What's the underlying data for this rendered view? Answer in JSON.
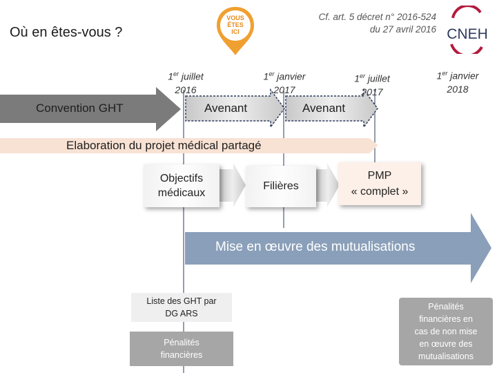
{
  "header": {
    "title": "Où en êtes-vous ?",
    "reference_line1": "Cf. art. 5 décret n° 2016-524",
    "reference_line2": "du 27 avril 2016",
    "pin_text": [
      "VOUS",
      "ÊTES",
      "ICI"
    ],
    "logo_text": "CNEH"
  },
  "dates": [
    {
      "sup": "er",
      "day": "1",
      "month": "juillet",
      "year": "2016"
    },
    {
      "sup": "er",
      "day": "1",
      "month": "janvier",
      "year": "2017"
    },
    {
      "sup": "er",
      "day": "1",
      "month": "juillet",
      "year": "2017"
    },
    {
      "sup": "er",
      "day": "1",
      "month": "janvier",
      "year": "2018"
    }
  ],
  "flow": {
    "convention": "Convention GHT",
    "avenant_1": "Avenant",
    "avenant_2": "Avenant",
    "projet": "Elaboration du projet médical partagé",
    "objectifs_line1": "Objectifs",
    "objectifs_line2": "médicaux",
    "filieres": "Filières",
    "pmp_line1": "PMP",
    "pmp_line2": "« complet »",
    "mutualisations": "Mise en œuvre des mutualisations"
  },
  "notes": {
    "liste_line1": "Liste des GHT par",
    "liste_line2": "DG ARS",
    "penalites_line1": "Pénalités",
    "penalites_line2": "financières",
    "penalites2_line1": "Pénalités",
    "penalites2_line2": "financières en",
    "penalites2_line3": "cas de non mise",
    "penalites2_line4": "en œuvre des",
    "penalites2_line5": "mutualisations"
  },
  "colors": {
    "pin": "#f0a030",
    "logo_red": "#b31a3e",
    "logo_navy": "#2d3a5c",
    "grey_arrow": "#7b7b7b",
    "gradient_arrow": "#d4d4d4",
    "projet_arrow": "#f8e2d4",
    "blue_arrow": "#8a9fb9",
    "light_box": "#efefef",
    "dark_box": "#a6a6a6"
  }
}
